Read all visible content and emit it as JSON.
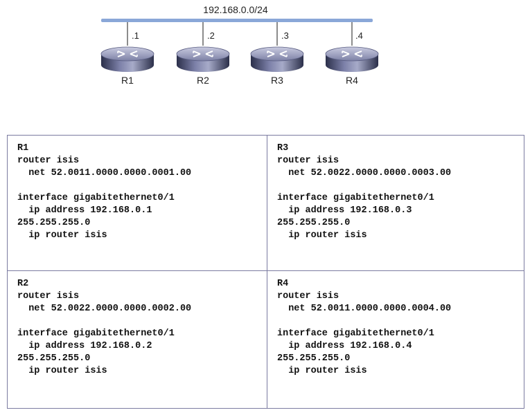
{
  "network": {
    "subnet": "192.168.0.0/24",
    "colors": {
      "segment": "#8aa7d8",
      "drop": "#666666"
    },
    "routers": [
      {
        "name": "R1",
        "host": ".1"
      },
      {
        "name": "R2",
        "host": ".2"
      },
      {
        "name": "R3",
        "host": ".3"
      },
      {
        "name": "R4",
        "host": ".4"
      }
    ]
  },
  "configs": {
    "r1": [
      "R1",
      "router isis",
      "  net 52.0011.0000.0000.0001.00",
      "",
      "interface gigabitethernet0/1",
      "  ip address 192.168.0.1",
      "255.255.255.0",
      "  ip router isis"
    ],
    "r3": [
      "R3",
      "router isis",
      "  net 52.0022.0000.0000.0003.00",
      "",
      "interface gigabitethernet0/1",
      "  ip address 192.168.0.3",
      "255.255.255.0",
      "  ip router isis"
    ],
    "r2": [
      "R2",
      "router isis",
      "  net 52.0022.0000.0000.0002.00",
      "",
      "interface gigabitethernet0/1",
      "  ip address 192.168.0.2",
      "255.255.255.0",
      "  ip router isis"
    ],
    "r4": [
      "R4",
      "router isis",
      "  net 52.0011.0000.0000.0004.00",
      "",
      "interface gigabitethernet0/1",
      "  ip address 192.168.0.4",
      "255.255.255.0",
      "  ip router isis"
    ]
  }
}
